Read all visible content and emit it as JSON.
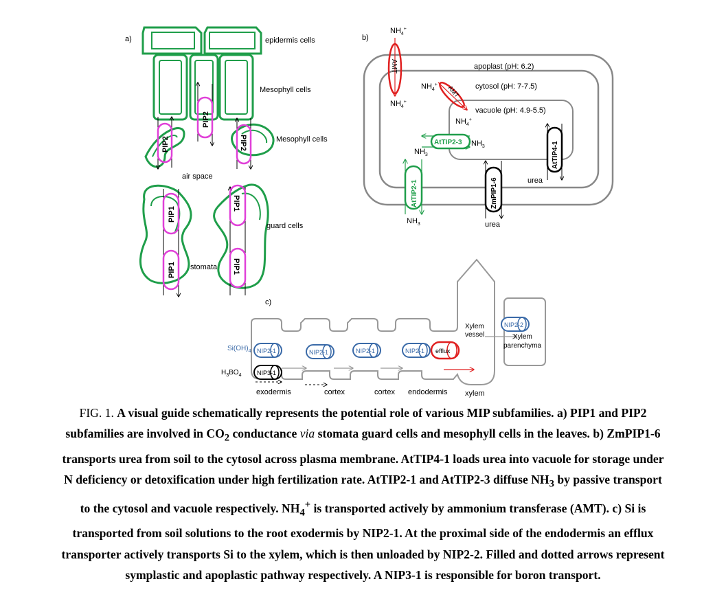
{
  "panel_a": {
    "label": "a)",
    "epidermis": "epidermis cells",
    "mesophyll_top": "Mesophyll  cells",
    "mesophyll_mid": "Mesophyll  cells",
    "air_space": "air space",
    "guard_cells": "guard cells",
    "stomata": "stomata",
    "pip2": "PIP2",
    "pip1": "PIP1"
  },
  "panel_b": {
    "label": "b)",
    "nh4": "NH",
    "nh3": "NH",
    "apoplast": "apoplast (pH: 6.2)",
    "cytosol": "cytosol (pH: 7-7.5)",
    "vacuole": "vacuole (pH: 4.9-5.5)",
    "amt": "AMT",
    "attip2_3": "AtTIP2-3",
    "attip2_1": "AtTIP2-1",
    "attip4_1": "AtTIP4-1",
    "zmpip1_6": "ZmPIP1-6",
    "urea": "urea"
  },
  "panel_c": {
    "label": "c)",
    "si": "Si(OH)",
    "h3bo4": "H",
    "nip2_1": "NIP2-1",
    "nip3_1": "NIP3-1",
    "nip2_2": "NIP2-2",
    "efflux": "efflux",
    "xylem_vessel_1": "Xylem",
    "xylem_vessel_2": "vessel",
    "xylem_par_1": "Xylem",
    "xylem_par_2": "parenchyma",
    "exodermis": "exodermis",
    "cortex1": "cortex",
    "cortex2": "cortex",
    "endodermis": "endodermis",
    "xylem": "xylem"
  },
  "caption": {
    "fig": "FIG. 1.",
    "l1": "A visual guide schematically represents the potential role of various MIP subfamilies. a) PIP1 and PIP2",
    "l2a": "subfamilies are involved in CO",
    "l2b": " conductance ",
    "l2c": "via",
    "l2d": " stomata guard cells and mesophyll cells in the leaves. b) ZmPIP1-6",
    "l3": "transports urea from soil to the cytosol across plasma membrane. AtTIP4-1 loads urea into vacuole for storage under",
    "l4a": "N deficiency or detoxification under high fertilization rate. AtTIP2-1 and AtTIP2-3 diffuse NH",
    "l4b": " by passive transport",
    "l5a": "to the cytosol and vacuole respectively. NH",
    "l5b": " is transported actively by ammonium transferase (AMT). c) Si is",
    "l6": "transported from soil solutions to the root exodermis by NIP2-1. At the proximal side of the endodermis an efflux",
    "l7": "transporter actively transports Si to the xylem, which is then unloaded by NIP2-2. Filled and dotted arrows represent",
    "l8": "symplastic and apoplastic pathway respectively. A NIP3-1 is responsible for boron transport."
  },
  "colors": {
    "green": "#1f9e4a",
    "magenta": "#e040d8",
    "red": "#e02020",
    "blue": "#3a6aa8",
    "gray": "#888888"
  }
}
